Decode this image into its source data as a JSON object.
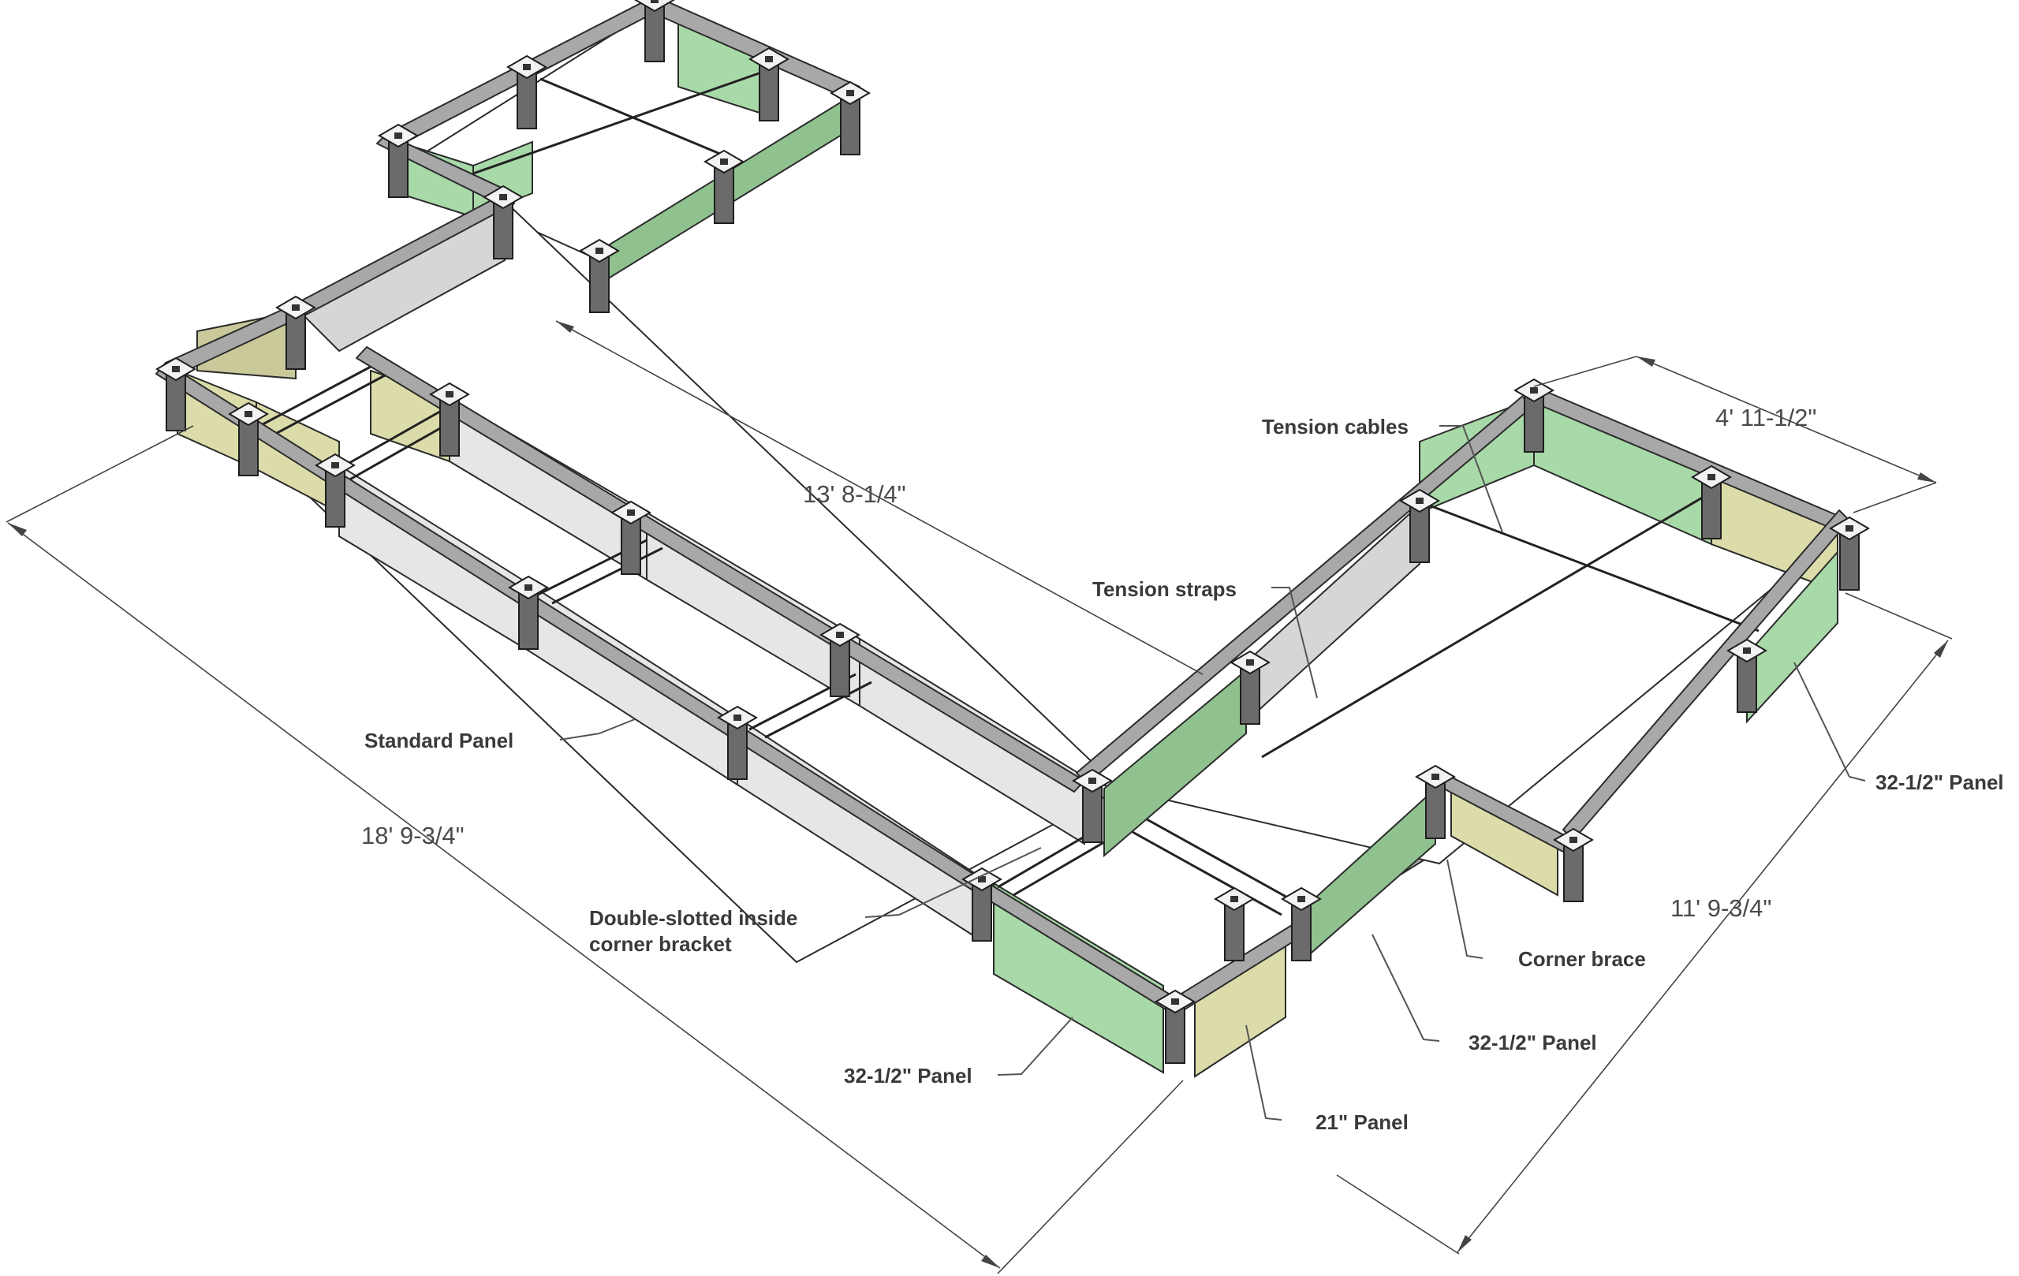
{
  "colors": {
    "panel_green": "#a8d9a8",
    "panel_green_dark": "#8fc28f",
    "panel_grey": "#d6d6d6",
    "panel_grey_light": "#e6e6e6",
    "panel_yellow": "#dcdcaa",
    "panel_yellow_dark": "#c9c99a",
    "rail": "#9a9a9a",
    "outline": "#2b2b2b",
    "text": "#3a3a3a"
  },
  "labels": {
    "tension_cables": "Tension cables",
    "tension_straps": "Tension straps",
    "standard_panel": "Standard Panel",
    "double_slotted_line1": "Double-slotted inside",
    "double_slotted_line2": "corner bracket",
    "panel_32_left": "32-1/2\" Panel",
    "panel_21": "21\" Panel",
    "panel_32_mid": "32-1/2\" Panel",
    "corner_brace": "Corner brace",
    "panel_32_right": "32-1/2\" Panel"
  },
  "dimensions": {
    "top_width": "4' 11-1/2\"",
    "inner_run": "13' 8-1/4\"",
    "overall_length": "18' 9-3/4\"",
    "right_length": "11' 9-3/4\""
  }
}
